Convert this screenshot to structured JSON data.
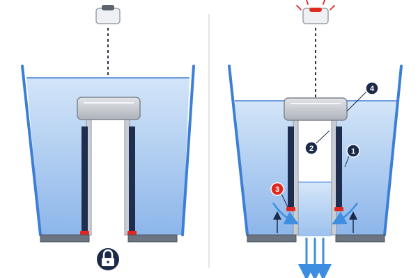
{
  "callouts": {
    "c1": "1",
    "c2": "2",
    "c3": "3",
    "c4": "4"
  },
  "colors": {
    "water_top": "#cfe2f7",
    "water_bottom": "#8fb8ec",
    "tank_wall": "#3d7fd6",
    "base_plate": "#6b7480",
    "dark_rod": "#1f2d4e",
    "seal_red": "#e0281e",
    "callout_dark": "#1b2a4a",
    "callout_red": "#e0281e",
    "flow_arrow": "#3d8ee0",
    "lock_icon_bg": "#1b2a4a",
    "signal_lines": "#e0281e"
  },
  "icons": {
    "sensor_left": "sensor-idle-icon",
    "sensor_right": "sensor-alarm-icon",
    "lock": "padlock-icon"
  },
  "states": {
    "left": "closed",
    "right": "open"
  }
}
